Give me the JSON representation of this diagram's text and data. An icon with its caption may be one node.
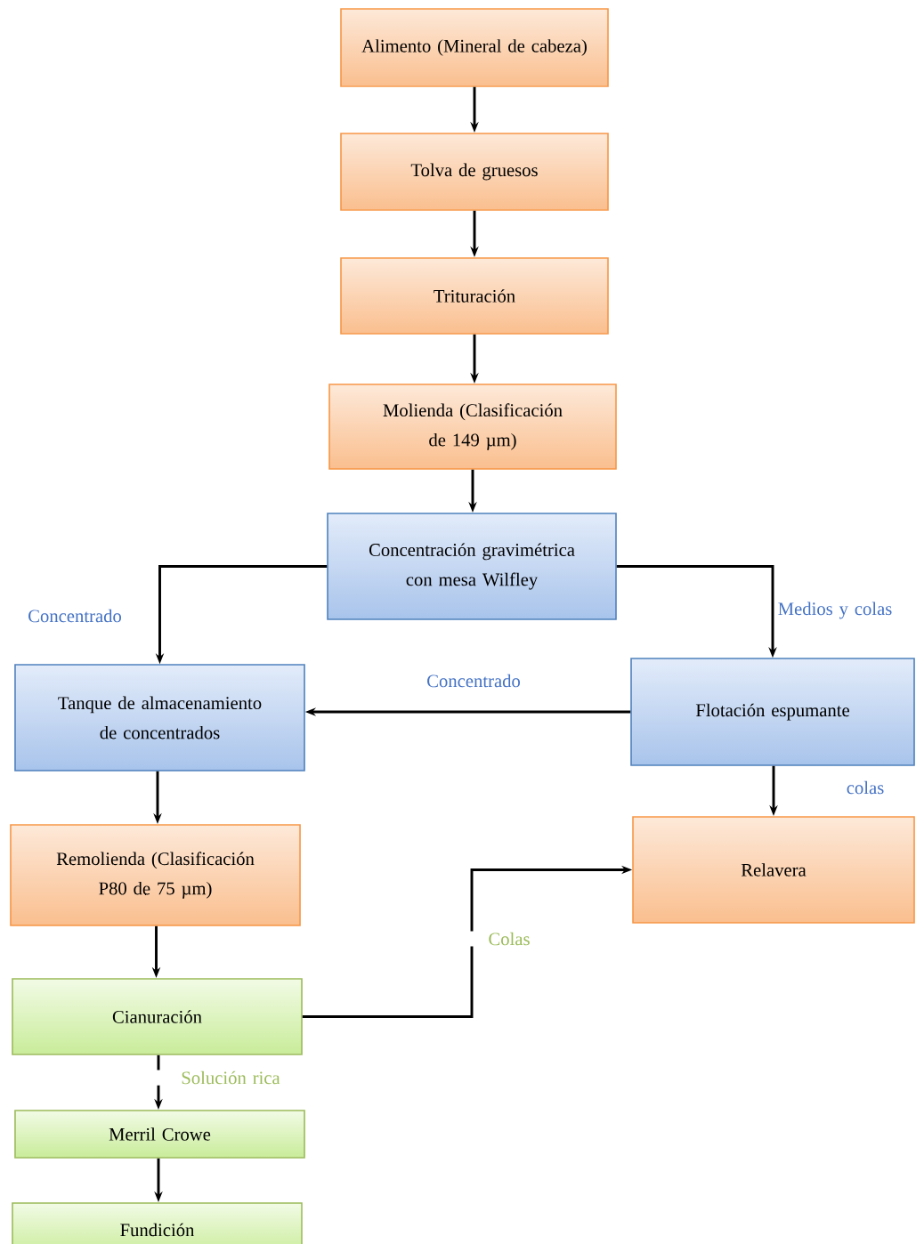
{
  "diagram": {
    "nodes": [
      {
        "text": [
          "Alimento (Mineral de cabeza)"
        ]
      },
      {
        "text": [
          "Tolva de gruesos"
        ]
      },
      {
        "text": [
          "Trituración"
        ]
      },
      {
        "text": [
          "Molienda (Clasificación de 149 µm)"
        ]
      },
      {
        "text": [
          "Concentración gravimétrica con mesa Wilfley"
        ]
      },
      {
        "text": [
          "Tanque de almacenamiento de concentrados"
        ]
      },
      {
        "text": [
          "Flotación espumante"
        ]
      },
      {
        "text": [
          "Remolienda (Clasificación P80 de 75 µm)"
        ]
      },
      {
        "text": [
          "Relavera"
        ]
      },
      {
        "text": [
          "Cianuración"
        ]
      },
      {
        "text": [
          "Merril Crowe"
        ]
      },
      {
        "text": [
          "Fundición"
        ]
      }
    ],
    "edges": [
      {
        "from": 0,
        "to": 1,
        "arrow": "to"
      },
      {
        "from": 1,
        "to": 2,
        "arrow": "to"
      },
      {
        "from": 2,
        "to": 3,
        "arrow": "to"
      },
      {
        "from": 3,
        "to": 4,
        "arrow": "to"
      },
      {
        "from": 4,
        "to": 5,
        "arrow": "to",
        "label": "Concentrado"
      },
      {
        "from": 4,
        "to": 6,
        "arrow": "to",
        "label": "Medios y colas"
      },
      {
        "from": 6,
        "to": 5,
        "arrow": "to",
        "label": "Concentrado"
      },
      {
        "from": 5,
        "to": 7,
        "arrow": "to"
      },
      {
        "from": 6,
        "to": 8,
        "arrow": "to",
        "label": "colas"
      },
      {
        "from": 7,
        "to": 9,
        "arrow": "to"
      },
      {
        "from": 9,
        "to": 8,
        "arrow": "to",
        "label": "Colas"
      },
      {
        "from": 9,
        "to": 10,
        "arrow": "to",
        "label": "Solución rica"
      },
      {
        "from": 10,
        "to": 11,
        "arrow": "to"
      }
    ]
  }
}
